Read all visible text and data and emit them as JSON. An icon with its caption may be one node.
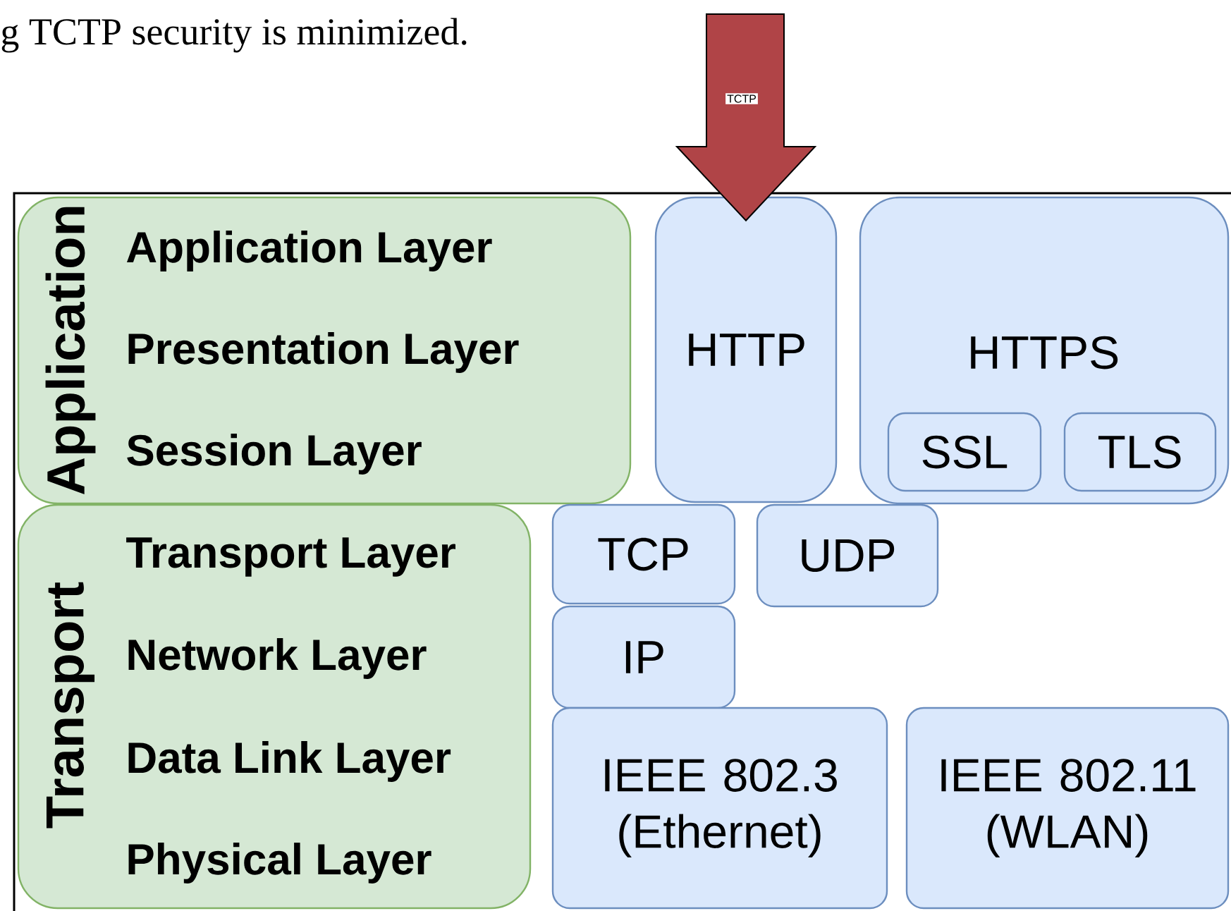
{
  "diagram": {
    "nodes": [
      {
        "text": [
          "Application",
          "Application Layer",
          "Presentation Layer",
          "Session Layer"
        ]
      },
      {
        "text": [
          "Transport",
          "Transport Layer",
          "Network Layer",
          "Data Link Layer",
          "Physical Layer"
        ]
      },
      {
        "text": [
          "HTTP"
        ]
      },
      {
        "text": [
          "HTTPS"
        ]
      },
      {
        "text": [
          "SSL"
        ],
        "in": 3
      },
      {
        "text": [
          "TLS"
        ],
        "in": 3
      },
      {
        "text": [
          "TCP"
        ]
      },
      {
        "text": [
          "UDP"
        ]
      },
      {
        "text": [
          "IP"
        ]
      },
      {
        "text": [
          "IEEE 802.3 (Ethernet)"
        ]
      },
      {
        "text": [
          "IEEE 802.11 (WLAN)"
        ]
      }
    ],
    "edges": [
      {
        "from": null,
        "to": 2,
        "arrow": "to",
        "label": "TCTP",
        "color": "#b04447"
      }
    ],
    "labels": [
      "g TCTP security is minimized."
    ]
  }
}
